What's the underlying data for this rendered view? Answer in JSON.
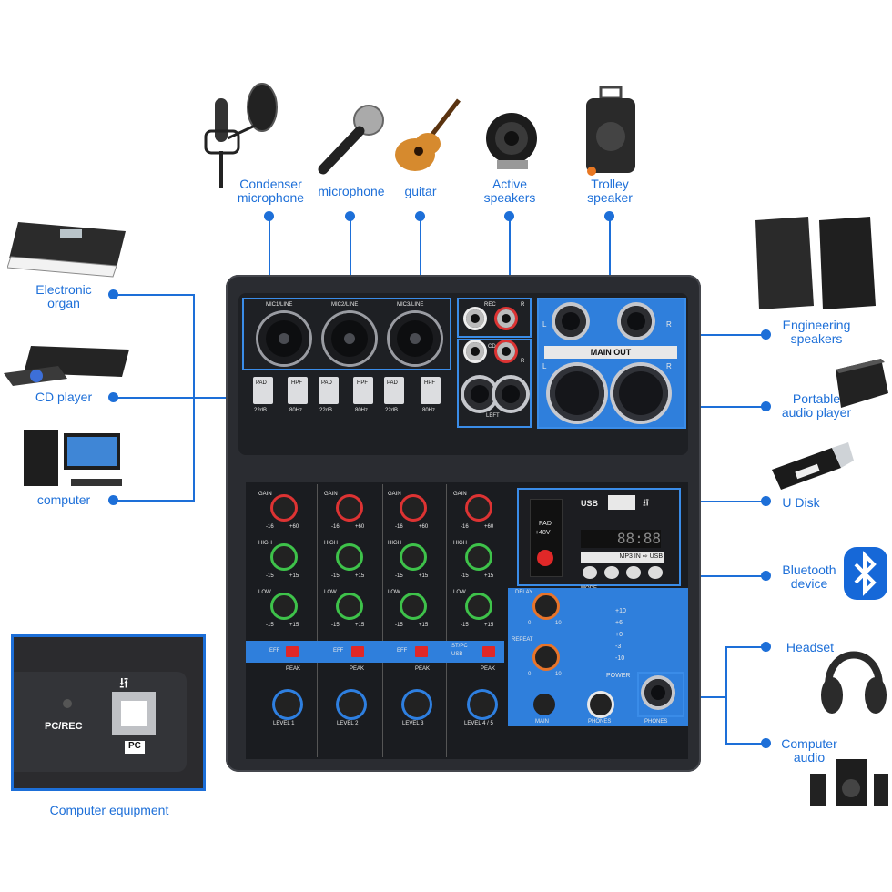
{
  "labels": {
    "condenser": [
      "Condenser",
      "microphone"
    ],
    "microphone": "microphone",
    "guitar": "guitar",
    "active": [
      "Active",
      "speakers"
    ],
    "trolley": [
      "Trolley",
      "speaker"
    ],
    "organ": [
      "Electronic",
      "organ"
    ],
    "cd": "CD player",
    "computer": "computer",
    "engineering": [
      "Engineering",
      "speakers"
    ],
    "portable": [
      "Portable",
      "audio player"
    ],
    "udisk": "U Disk",
    "bluetooth": [
      "Bluetooth",
      "device"
    ],
    "headset": "Headset",
    "comp_audio": [
      "Computer",
      "audio"
    ],
    "comp_equip": "Computer equipment"
  },
  "panel": {
    "mic1": "MIC1/LINE",
    "mic2": "MIC2/LINE",
    "mic3": "MIC3/LINE",
    "pad": "PAD",
    "db": "22dB",
    "hpf": "HPF",
    "hz": "80Hz",
    "rec": "REC",
    "cd": "CD",
    "left": "LEFT",
    "l": "L",
    "r": "R",
    "main_out": "MAIN OUT",
    "gain": "GAIN",
    "high": "HIGH",
    "low": "LOW",
    "gain_range": [
      "-16",
      "+60"
    ],
    "eq_range": [
      "-15",
      "+15"
    ],
    "eff": "EFF",
    "peak": "PEAK",
    "level1": "LEVEL 1",
    "level2": "LEVEL 2",
    "level3": "LEVEL 3",
    "level45": "LEVEL 4 / 5",
    "stpc": "ST/PC",
    "usb_small": "USB",
    "usb": "USB",
    "pad48": [
      "PAD",
      "+48V"
    ],
    "display": "88:88",
    "mp3in": "MP3 IN",
    "mode": "MODE",
    "delay": "DELAY",
    "repeat": "REPEAT",
    "d_range": [
      "0",
      "10"
    ],
    "meter": [
      "+10",
      "+6",
      "+0",
      "-3",
      "-10"
    ],
    "power": "POWER",
    "main": "MAIN",
    "phones": "PHONES",
    "pc_rec": "PC/REC",
    "pc": "PC"
  },
  "colors": {
    "accent": "#1d6fd8",
    "panel_blue": "#2f7fdc"
  }
}
